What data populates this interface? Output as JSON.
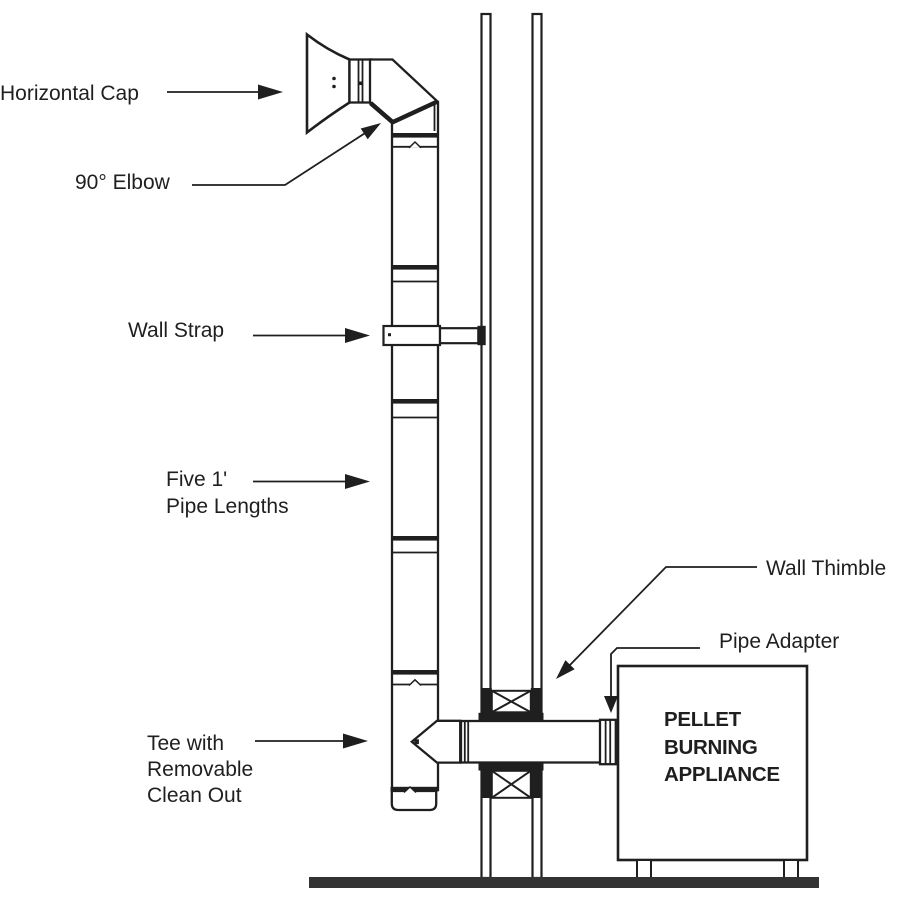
{
  "diagram": {
    "labels": {
      "horizontal_cap": "Horizontal Cap",
      "elbow_90": "90° Elbow",
      "wall_strap": "Wall Strap",
      "pipe_lengths": [
        "Five 1'",
        "Pipe Lengths"
      ],
      "wall_thimble": "Wall Thimble",
      "pipe_adapter": "Pipe Adapter",
      "tee": [
        "Tee with",
        "Removable",
        "Clean Out"
      ],
      "appliance": [
        "PELLET",
        "BURNING",
        "APPLIANCE"
      ]
    },
    "colors": {
      "line": "#1f1f1f",
      "background": "#ffffff",
      "ground_bar": "#333333"
    }
  }
}
